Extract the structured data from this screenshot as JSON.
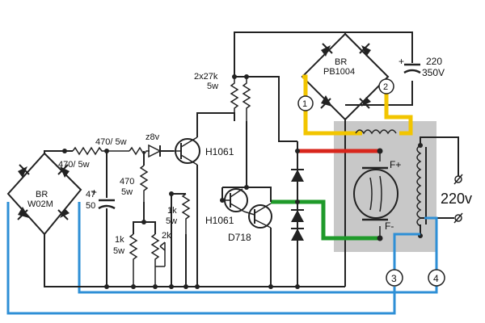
{
  "labels": {
    "br_main": "BR",
    "br_main_part": "PB1004",
    "cap_main_value": "220",
    "cap_main_voltage": "350V",
    "cap_plus": "+",
    "res_2x27k": "2x27k",
    "res_2x27k_watt": "5w",
    "res_470_5w_top": "470/ 5w",
    "res_470_5w_left": "470/ 5w",
    "zener": "z8v",
    "res_470_vert": "470",
    "res_470_vert_watt": "5w",
    "trans_top": "H1061",
    "trans_bottom_left": "H1061",
    "trans_bottom_right": "D718",
    "br_small": "BR",
    "br_small_part": "W02M",
    "cap_small_value": "47",
    "cap_small_voltage": "50",
    "cap_small_plus": "+",
    "res_1k_vert": "1k",
    "res_1k_vert_watt": "5w",
    "res_1k_bottom": "1k",
    "res_1k_bottom_watt": "5w",
    "pot_2k": "2k",
    "motor_f_plus": "F+",
    "motor_f_minus": "F-",
    "mains_voltage": "220v",
    "node_1": "1",
    "node_2": "2",
    "node_3": "3",
    "node_4": "4"
  },
  "colors": {
    "wire": "#222222",
    "motor_box": "#c8c8c8",
    "yellow": "#f2c500",
    "red": "#d8261c",
    "green": "#1f9a2a",
    "blue": "#2e8fd6"
  }
}
